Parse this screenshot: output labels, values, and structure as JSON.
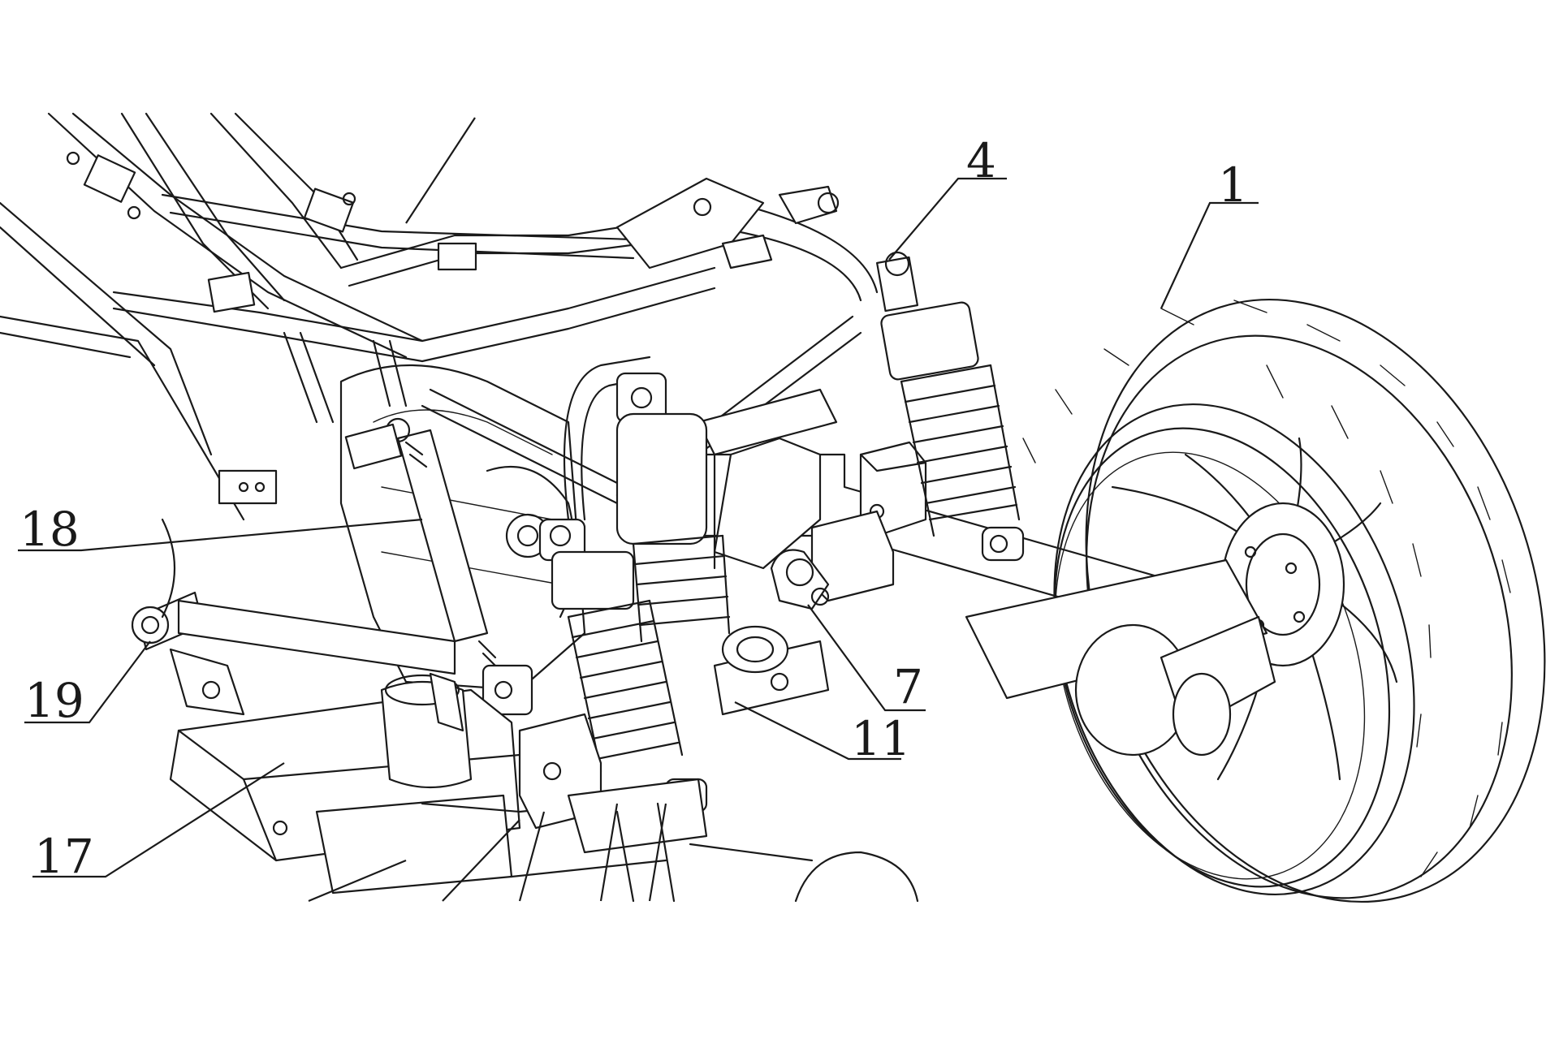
{
  "callouts": {
    "c1": "1",
    "c4": "4",
    "c7": "7",
    "c11": "11",
    "c17": "17",
    "c18": "18",
    "c19": "19"
  },
  "colors": {
    "line": "#1a1a1a",
    "background": "#ffffff"
  }
}
